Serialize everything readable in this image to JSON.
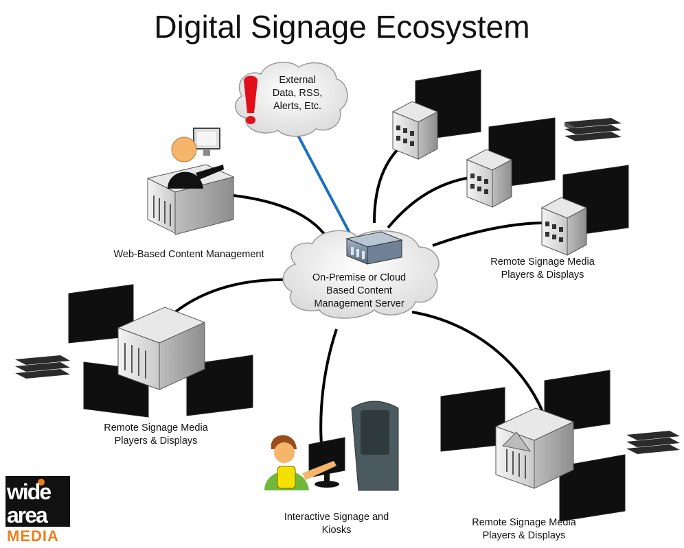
{
  "title": "Digital Signage Ecosystem",
  "cloud_label": [
    "External",
    "Data, RSS,",
    "Alerts, Etc."
  ],
  "server_label": [
    "On-Premise or Cloud",
    "Based Content",
    "Management Server"
  ],
  "web_cms_label": "Web-Based Content Management",
  "remote_right_label": [
    "Remote Signage Media",
    "Players & Displays"
  ],
  "remote_left_label": [
    "Remote Signage Media",
    "Players & Displays"
  ],
  "remote_bottom_label": [
    "Remote Signage Media",
    "Players & Displays"
  ],
  "kiosk_label": [
    "Interactive Signage and",
    "Kiosks"
  ],
  "logo_text": [
    "wide",
    "area",
    "MEDIA"
  ],
  "colors": {
    "connector": "#000000",
    "data_link": "#1a6fbf",
    "alert": "#e0101a",
    "logo_orange": "#f07d19"
  }
}
